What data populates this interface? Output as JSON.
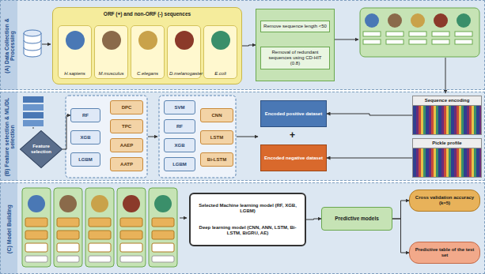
{
  "diagram": {
    "nodes": [
      {
        "text": [
          "(A) Data Collection & Processing"
        ]
      },
      {
        "text": [
          "(B) Feature selection & ML/DL selection"
        ]
      },
      {
        "text": [
          "(C) Model Building"
        ]
      },
      {
        "text": [
          "ORF (+) and non-ORF (-) sequences"
        ],
        "in": 0
      },
      {
        "text": [
          "H.sapiens"
        ],
        "in": 3
      },
      {
        "text": [
          "M.musculus"
        ],
        "in": 3
      },
      {
        "text": [
          "C.elegans"
        ],
        "in": 3
      },
      {
        "text": [
          "D.melanogaster"
        ],
        "in": 3
      },
      {
        "text": [
          "E.coli"
        ],
        "in": 3
      },
      {
        "text": [
          "Remove sequence length <50",
          "Removal of redundant sequences using CD-HIT (0.8)"
        ],
        "in": 0
      },
      {
        "text": [
          "Feature selection"
        ],
        "in": 1
      },
      {
        "text": [
          "RF"
        ],
        "in": 1
      },
      {
        "text": [
          "XGB"
        ],
        "in": 1
      },
      {
        "text": [
          "LGBM"
        ],
        "in": 1
      },
      {
        "text": [
          "DPC"
        ],
        "in": 1
      },
      {
        "text": [
          "TPC"
        ],
        "in": 1
      },
      {
        "text": [
          "AAEP"
        ],
        "in": 1
      },
      {
        "text": [
          "AATP"
        ],
        "in": 1
      },
      {
        "text": [
          "SVM"
        ],
        "in": 1
      },
      {
        "text": [
          "RF"
        ],
        "in": 1
      },
      {
        "text": [
          "XGB"
        ],
        "in": 1
      },
      {
        "text": [
          "LGBM"
        ],
        "in": 1
      },
      {
        "text": [
          "CNN"
        ],
        "in": 1
      },
      {
        "text": [
          "LSTM"
        ],
        "in": 1
      },
      {
        "text": [
          "Bi-LSTM"
        ],
        "in": 1
      },
      {
        "text": [
          "Encoded positive dataset"
        ],
        "in": 1
      },
      {
        "text": [
          "Encoded negative dataset"
        ],
        "in": 1
      },
      {
        "text": [
          "Sequence encoding"
        ],
        "in": 1
      },
      {
        "text": [
          "Pickle profile"
        ],
        "in": 1
      },
      {
        "text": [
          "Selected Machine learning model (RF, XGB, LGBM)",
          "Deep learning model (CNN, ANN, LSTM, Bi-LSTM, BiGRU, AE)"
        ],
        "in": 2
      },
      {
        "text": [
          "Predictive models"
        ],
        "in": 2
      },
      {
        "text": [
          "Cross validation accuracy (k=5)"
        ],
        "in": 2
      },
      {
        "text": [
          "Predictive table of the test set"
        ],
        "in": 2
      }
    ],
    "edges": [
      {
        "from": 3,
        "to": 9,
        "arrow": "to"
      },
      {
        "from": 10,
        "to": 11,
        "arrow": "to"
      },
      {
        "from": 27,
        "to": 25,
        "arrow": "to"
      },
      {
        "from": 28,
        "to": 26,
        "arrow": "to"
      },
      {
        "from": 29,
        "to": 30,
        "arrow": "to"
      },
      {
        "from": 30,
        "to": 31,
        "arrow": "to"
      },
      {
        "from": 30,
        "to": 32,
        "arrow": "to"
      }
    ],
    "labels": [
      "+"
    ]
  }
}
